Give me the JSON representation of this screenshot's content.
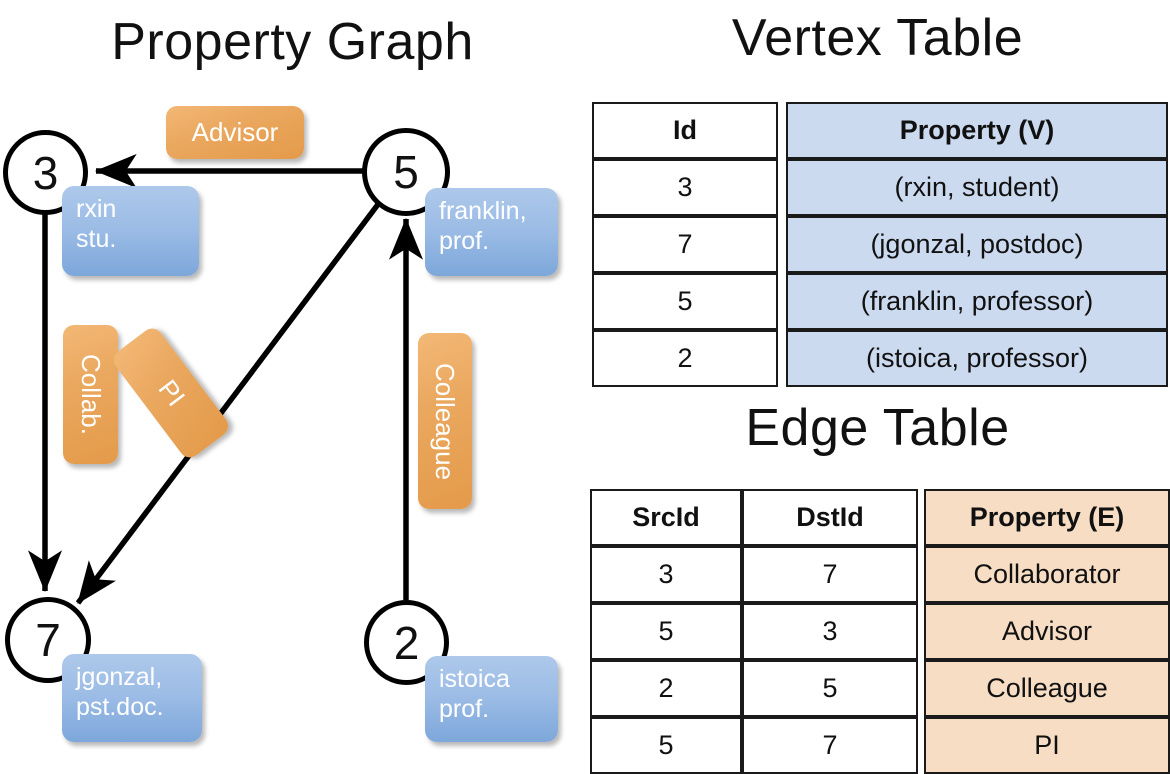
{
  "titles": {
    "property_graph": "Property Graph",
    "vertex_table": "Vertex Table",
    "edge_table": "Edge Table"
  },
  "graph": {
    "nodes": [
      {
        "id": "3",
        "property": "rxin\nstu.",
        "line1": "rxin",
        "line2": "stu."
      },
      {
        "id": "5",
        "property": "franklin, prof.",
        "line1": "franklin,",
        "line2": "prof."
      },
      {
        "id": "7",
        "property": "jgonzal, pst.doc.",
        "line1": "jgonzal,",
        "line2": "pst.doc."
      },
      {
        "id": "2",
        "property": "istoica prof.",
        "line1": "istoica",
        "line2": "prof."
      }
    ],
    "edge_labels": [
      {
        "name": "advisor",
        "text": "Advisor",
        "orientation": "horizontal"
      },
      {
        "name": "collab",
        "text": "Collab.",
        "orientation": "vertical"
      },
      {
        "name": "pi",
        "text": "PI",
        "orientation": "diagonal"
      },
      {
        "name": "colleague",
        "text": "Colleague",
        "orientation": "vertical"
      }
    ],
    "edges": [
      {
        "from": "5",
        "to": "3",
        "label": "Advisor"
      },
      {
        "from": "3",
        "to": "7",
        "label": "Collab."
      },
      {
        "from": "5",
        "to": "7",
        "label": "PI"
      },
      {
        "from": "2",
        "to": "5",
        "label": "Colleague"
      }
    ]
  },
  "vertex_table": {
    "headers": [
      "Id",
      "Property (V)"
    ],
    "rows": [
      {
        "id": "3",
        "property": "(rxin, student)"
      },
      {
        "id": "7",
        "property": "(jgonzal, postdoc)"
      },
      {
        "id": "5",
        "property": "(franklin, professor)"
      },
      {
        "id": "2",
        "property": "(istoica, professor)"
      }
    ]
  },
  "edge_table": {
    "headers": [
      "SrcId",
      "DstId",
      "Property (E)"
    ],
    "rows": [
      {
        "src": "3",
        "dst": "7",
        "property": "Collaborator"
      },
      {
        "src": "5",
        "dst": "3",
        "property": "Advisor"
      },
      {
        "src": "2",
        "dst": "5",
        "property": "Colleague"
      },
      {
        "src": "5",
        "dst": "7",
        "property": "PI"
      }
    ]
  },
  "colors": {
    "vertex_property_fill": "#ccdaef",
    "edge_property_fill": "#f6ddc4",
    "node_box_blue": "#9dbde6",
    "edge_label_orange": "#eaa85f",
    "stroke": "#000000",
    "background": "#ffffff"
  }
}
